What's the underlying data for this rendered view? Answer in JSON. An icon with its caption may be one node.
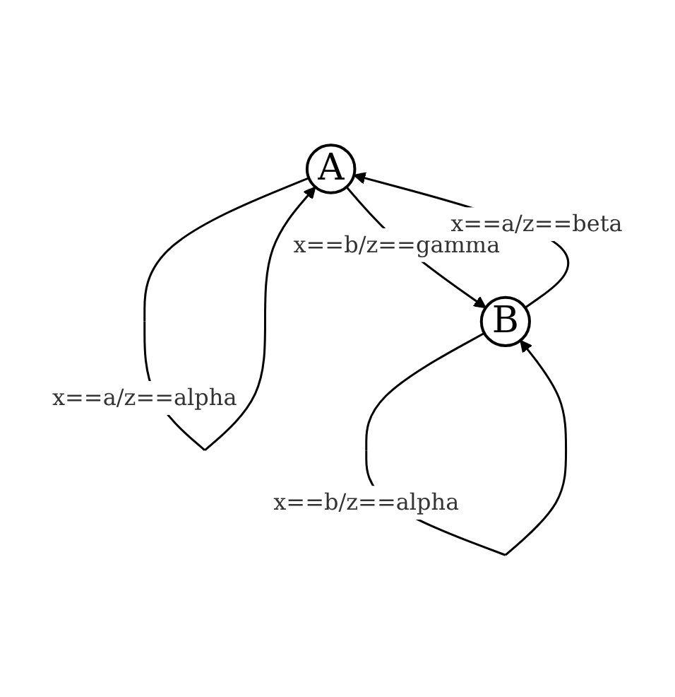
{
  "diagram": {
    "nodes": [
      {
        "text": [
          "A"
        ]
      },
      {
        "text": [
          "B"
        ]
      }
    ],
    "edges": [
      {
        "from": 0,
        "to": 0,
        "arrow": "to",
        "label": "x==a/z==alpha"
      },
      {
        "from": 0,
        "to": 1,
        "arrow": "to",
        "label": "x==b/z==gamma"
      },
      {
        "from": 1,
        "to": 0,
        "arrow": "to",
        "label": "x==a/z==beta"
      },
      {
        "from": 1,
        "to": 1,
        "arrow": "to",
        "label": "x==b/z==alpha"
      }
    ]
  }
}
